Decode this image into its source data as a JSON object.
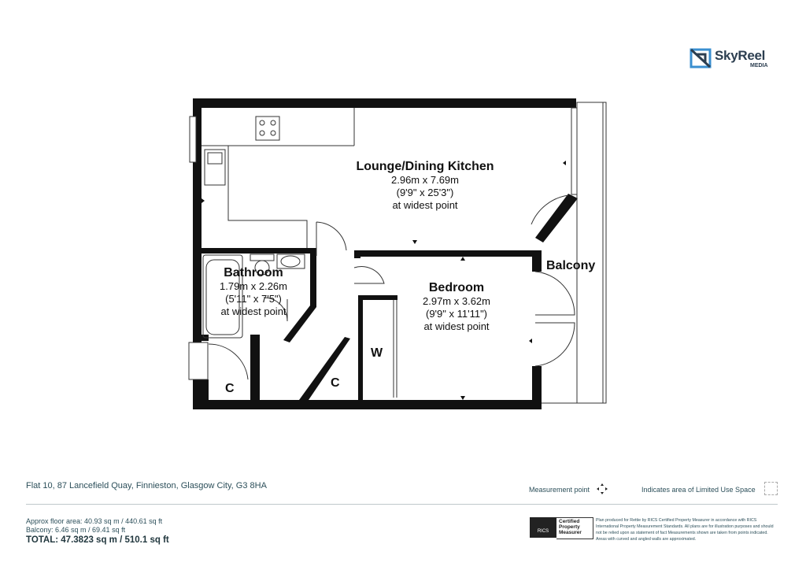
{
  "brand": {
    "name": "SkyReel",
    "sub": "MEDIA",
    "color": "#2c3e50",
    "accent": "#3a8fd0"
  },
  "rooms": {
    "lounge": {
      "name": "Lounge/Dining Kitchen",
      "metric": "2.96m x 7.69m",
      "imperial": "(9'9\" x 25'3\")",
      "note": "at widest point"
    },
    "bathroom": {
      "name": "Bathroom",
      "metric": "1.79m x 2.26m",
      "imperial": "(5'11\" x 7'5\")",
      "note": "at widest point"
    },
    "bedroom": {
      "name": "Bedroom",
      "metric": "2.97m x 3.62m",
      "imperial": "(9'9\" x 11'11\")",
      "note": "at widest point"
    },
    "balcony": {
      "name": "Balcony"
    },
    "cupboard_1": "C",
    "cupboard_2": "C",
    "wardrobe": "W"
  },
  "footer": {
    "address": "Flat 10, 87 Lancefield Quay, Finnieston, Glasgow City, G3 8HA",
    "floor_area": "Approx floor area: 40.93 sq m / 440.61 sq ft",
    "balcony_area": "Balcony: 6.46 sq m / 69.41 sq ft",
    "total": "TOTAL: 47.3823 sq m / 510.1 sq ft",
    "measurement_point": "Measurement point",
    "limited_use": "Indicates area of  Limited Use Space",
    "rics": "RICS",
    "certified": [
      "Certified",
      "Property",
      "Measurer"
    ],
    "disclaimer": "Plan produced for Rettie by RICS Certified Property Measurer in accordance with RICS International Property Measurement Standards. All plans are for illustration purposes and should not be relied upon as statement of fact Measurements shown are taken from points indicated. Areas with curved and angled walls are approximated."
  }
}
